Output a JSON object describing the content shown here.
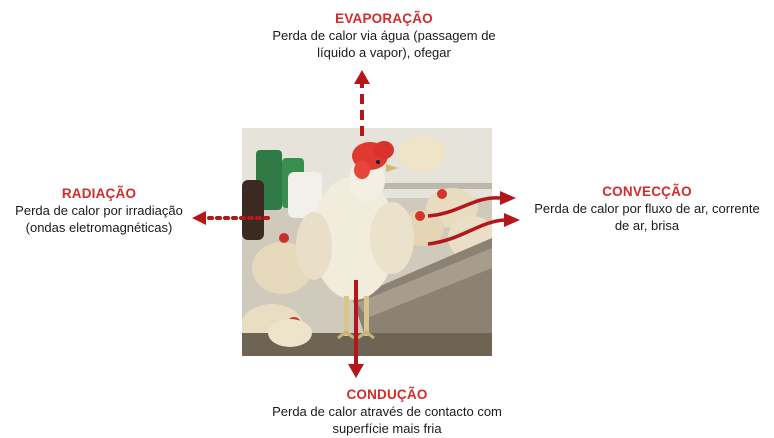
{
  "evaporation": {
    "title": "EVAPORAÇÃO",
    "desc_line1": "Perda de calor via água (passagem de",
    "desc_line2": "líquido a vapor), ofegar"
  },
  "radiation": {
    "title": "RADIAÇÃO",
    "desc_line1": "Perda de calor por irradiação",
    "desc_line2": "(ondas eletromagnéticas)"
  },
  "convection": {
    "title": "CONVECÇÃO",
    "desc_line1": "Perda de calor por fluxo de ar, corrente",
    "desc_line2": "de ar, brisa"
  },
  "conduction": {
    "title": "CONDUÇÃO",
    "desc_line1": "Perda de calor através de contacto com",
    "desc_line2": "superfície mais fria"
  },
  "colors": {
    "label_red": "#d32b2b",
    "arrow_red": "#b3171c",
    "text": "#1a1a1a"
  }
}
